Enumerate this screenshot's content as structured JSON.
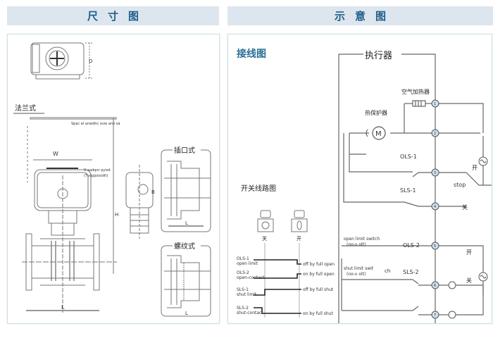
{
  "headers": {
    "left": "尺寸图",
    "right": "示意图"
  },
  "dimension_drawing": {
    "flange_type_label": "法兰式",
    "socket_type_label": "插口式",
    "thread_type_label": "螺纹式",
    "space_note": "Spac el anwdhc   oveı ané sá",
    "clearance_note_line1": "V aadqor   pyisd",
    "clearance_note_line2": "(Tvoppoisidit)",
    "dim_W": "W",
    "dim_H": "H",
    "dim_L": "L",
    "dim_L_socket": "L",
    "dim_L_thread": "L",
    "dim_D": "D",
    "dim_B": "B"
  },
  "wiring_diagram": {
    "title": "接线图",
    "actuator_label": "执行器",
    "heater_label": "空气加热器",
    "thermal_protector_label": "热保护器",
    "motor_label": "M",
    "ols1_label": "OLS-1",
    "sls1_label": "SLS-1",
    "ols2_label": "OLS-2",
    "sls2_label": "SLS-2",
    "open_label": "开",
    "close_label": "关",
    "stop_label": "stop",
    "open2_label": "开",
    "close2_label": "关",
    "open_limit_switch_line1": "open limit switch",
    "open_limit_switch_line2": "(no-v olt)",
    "shut_limit_switch_line1": "shut limit swit",
    "shut_limit_switch_line2": "(no-v olt)",
    "common_label": "ch",
    "terminals": [
      "1",
      "2",
      "3",
      "4",
      "5",
      "6",
      "7"
    ]
  },
  "switch_circuit": {
    "title": "开关线路图",
    "closed_label": "关",
    "open_label": "开",
    "rows": [
      {
        "name": "OLS-1",
        "desc": "open limit",
        "state": "off by full open"
      },
      {
        "name": "OLS-2",
        "desc": "open-contact",
        "state": "on by full open"
      },
      {
        "name": "SLS-1",
        "desc": "shut limit",
        "state": "off by full shut"
      },
      {
        "name": "SLS-2",
        "desc": "shut-contact",
        "state": "on by full shut"
      }
    ]
  },
  "colors": {
    "header_bg": "#dde6ee",
    "header_text": "#1f5d8a",
    "panel_border": "#cfdfe3",
    "line": "#666666",
    "terminal_fill": "#cfe0ea"
  }
}
